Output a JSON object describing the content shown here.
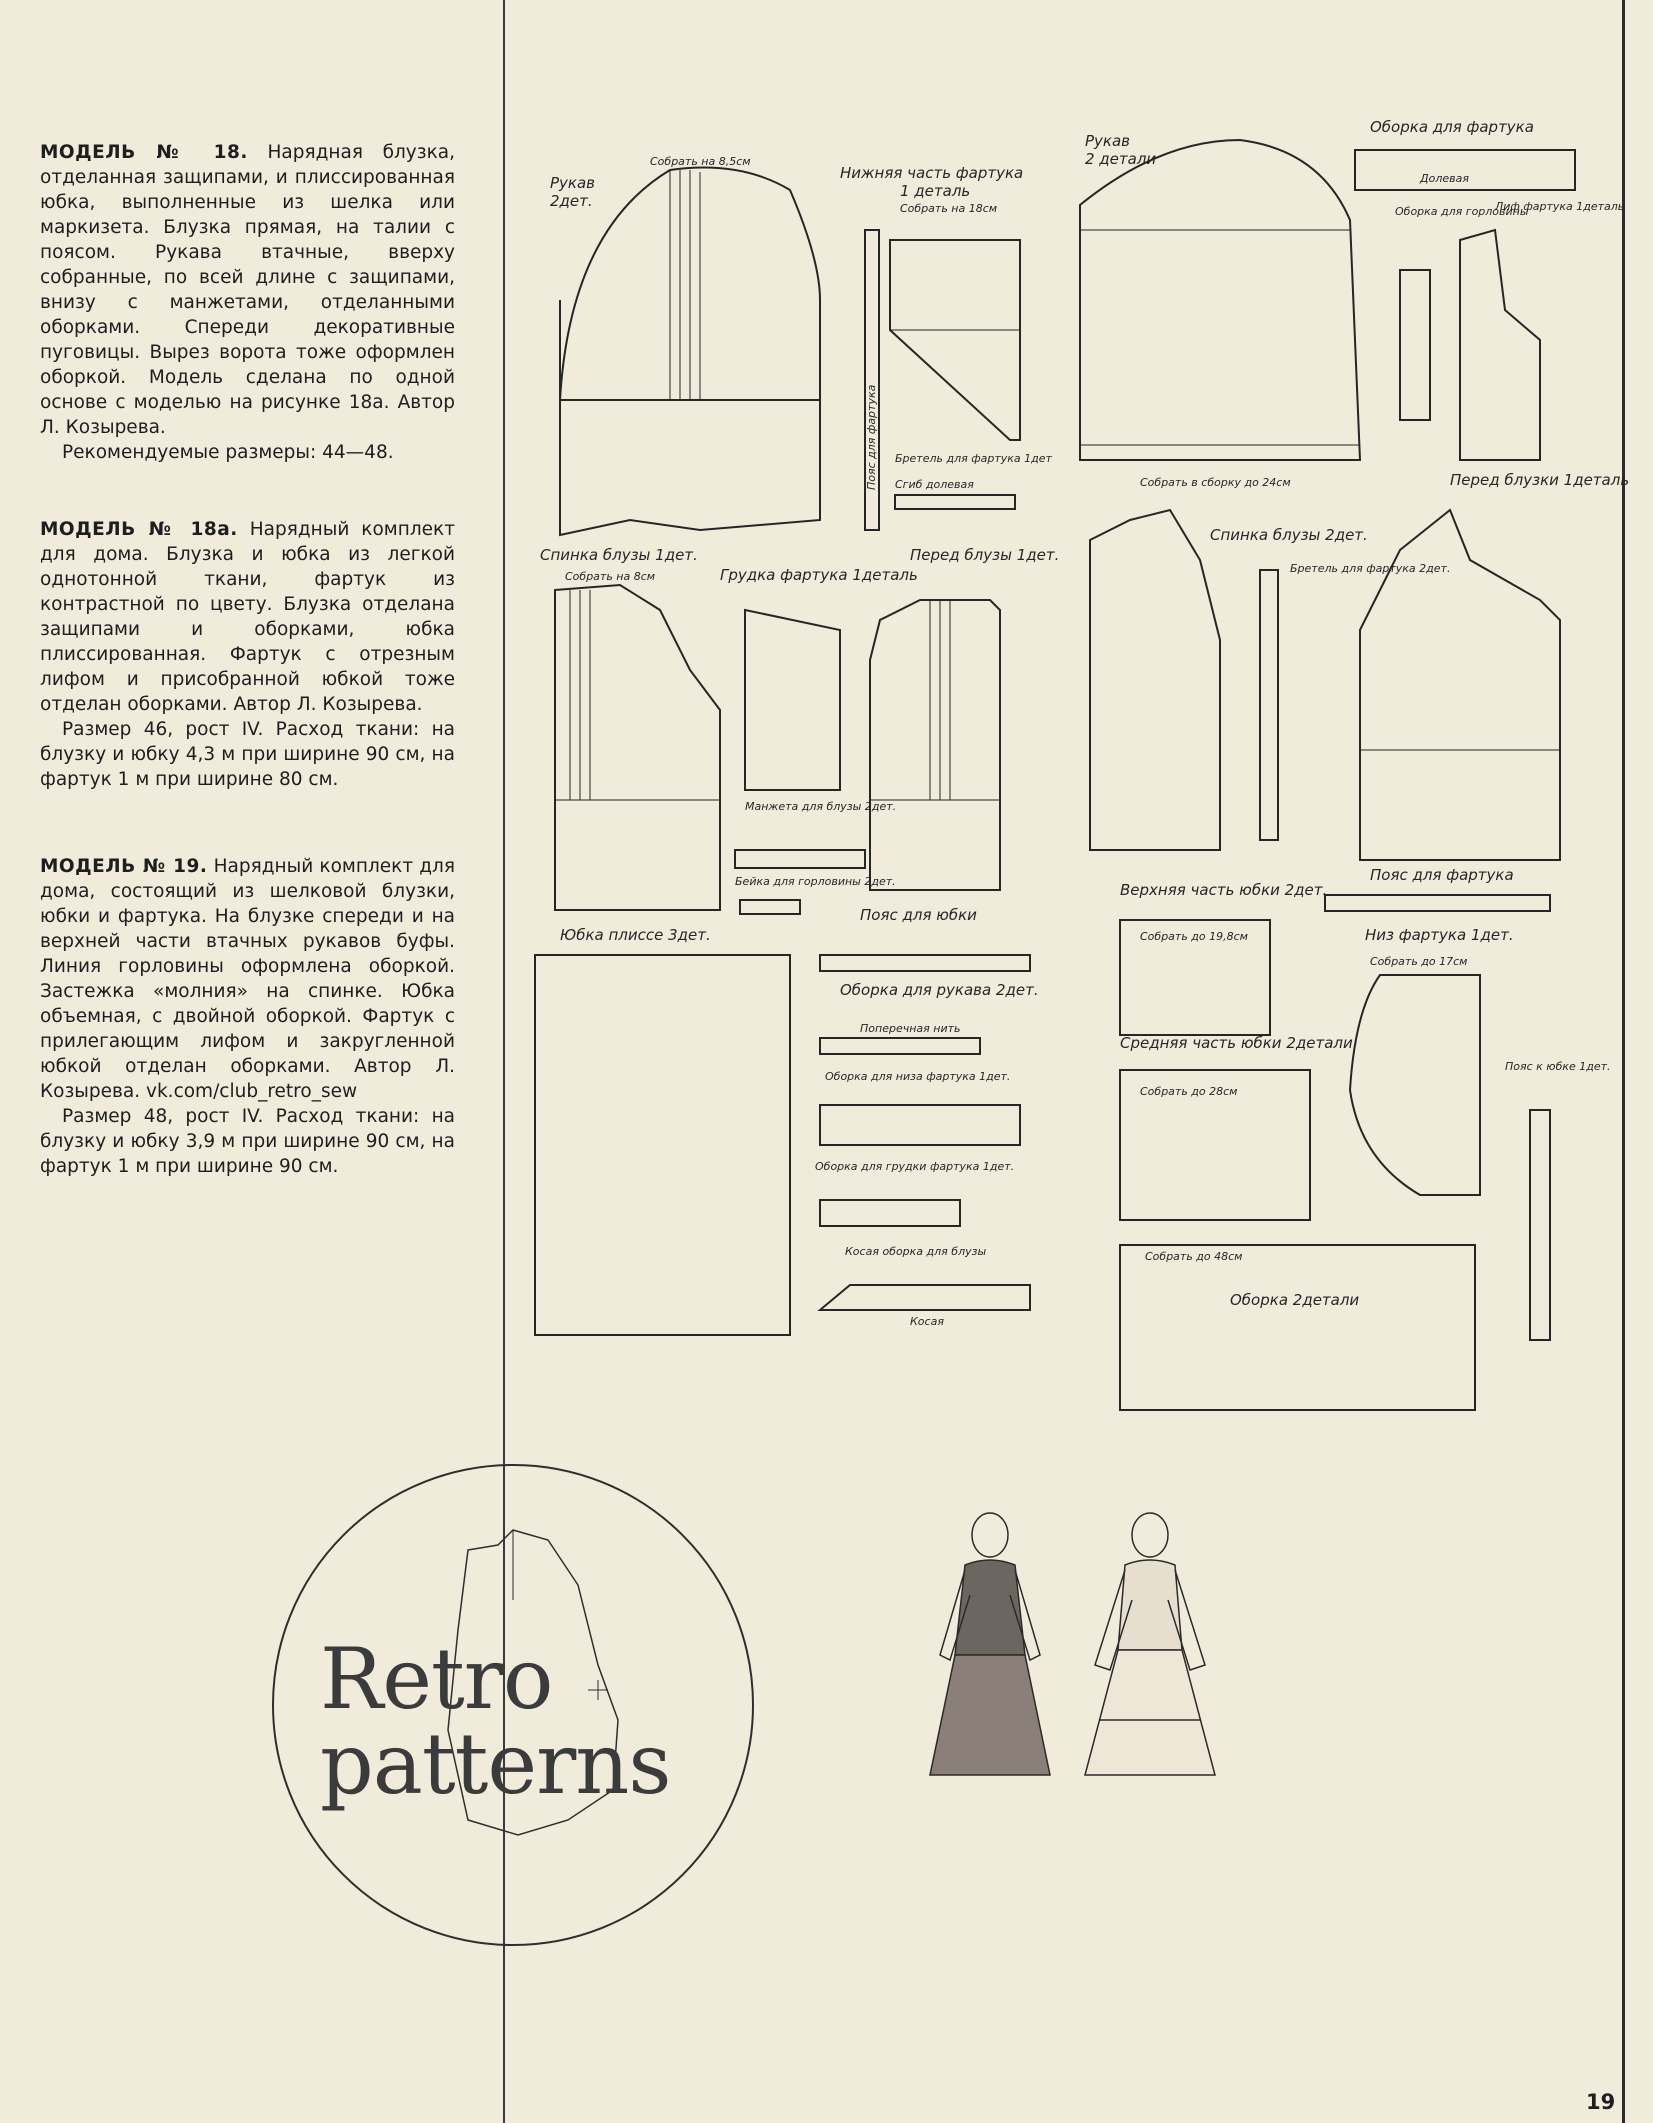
{
  "models": [
    {
      "heading": "МОДЕЛЬ № 18.",
      "description": "Нарядная блузка, отделанная защипами, и плиссированная юбка, выполненные из шелка или маркизета. Блузка прямая, на талии с поясом. Рукава втачные, вверху собранные, по всей длине с защипами, внизу с манжетами, отделанными оборками. Спереди декоративные пуговицы. Вырез ворота тоже оформлен оборкой. Модель сделана по одной основе с моделью на рисунке 18а. Автор Л. Козырева.",
      "details": "Рекомендуемые размеры: 44—48."
    },
    {
      "heading": "МОДЕЛЬ № 18а.",
      "description": "Нарядный комплект для дома. Блузка и юбка из легкой однотонной ткани, фартук из контрастной по цвету. Блузка отделана защипами и оборками, юбка плиссированная. Фартук с отрезным лифом и присобранной юбкой тоже отделан оборками. Автор Л. Козырева.",
      "details": "Размер 46, рост IV. Расход ткани: на блузку и юбку 4,3 м при ширине 90 см, на фартук 1 м при ширине 80 см."
    },
    {
      "heading": "МОДЕЛЬ № 19.",
      "description": "Нарядный комплект для дома, состоящий из шелковой блузки, юбки и фартука. На блузке спереди и на верхней части втачных рукавов буфы. Линия горловины оформлена оборкой. Застежка «молния» на спинке. Юбка объемная, с двойной оборкой. Фартук с прилегающим лифом и закругленной юбкой отделан оборками. Автор Л. Козырева. vk.com/club_retro_sew",
      "details": "Размер 48, рост IV. Расход ткани: на блузку и юбку 3,9 м при ширине 90 см, на фартук 1 м при ширине 90 см."
    }
  ],
  "pattern_labels": {
    "sleeve_18": "Рукав",
    "sleeve_18_qty": "2дет.",
    "gather_85": "Собрать на 8,5см",
    "back_18": "Спинка блузы 1дет.",
    "apron_lower": "Нижняя часть фартука",
    "apron_lower_qty": "1 деталь",
    "gather_18": "Собрать на 18см",
    "apron_belt": "Пояс для фартука",
    "fold_grain": "Сгиб долевая",
    "strap_apron": "Бретель для фартука 1дет",
    "sleeve_19": "Рукав",
    "sleeve_19_qty": "2 детали",
    "apron_frill": "Оборка для фартука",
    "apron_frill_grain": "Долевая",
    "neck_frill": "Оборка для горловины",
    "bodice_apron": "Лиф фартука 1деталь",
    "front_blouse_19": "Перед блузки 1деталь",
    "back_blouse_19": "Спинка блузы 2дет.",
    "strap_apron_2": "Бретель для фартука 2дет.",
    "gather_8": "Собрать на 8см",
    "breast_apron": "Грудка фартука 1деталь",
    "front_18a": "Перед блузы 1дет.",
    "cuff": "Манжета для блузы 2дет.",
    "binding": "Бейка для горловины 2дет.",
    "skirt_pleat": "Юбка плиссе 3дет.",
    "skirt_belt": "Пояс для юбки",
    "sleeve_frill": "Оборка для рукава 2дет.",
    "hem_frill": "Оборка для низа фартука 1дет.",
    "breast_frill": "Оборка для грудки фартука 1дет.",
    "bias_frill": "Косая оборка для блузы",
    "upper_skirt": "Верхняя часть юбки 2дет.",
    "middle_skirt": "Средняя часть юбки 2детали",
    "apron_belt_2": "Пояс для фартука",
    "apron_bottom": "Низ фартука 1дет.",
    "skirt_belt_2": "Пояс к юбке 1дет.",
    "frill_2": "Оборка 2детали",
    "gather_48": "Собрать до 48см",
    "gather_28": "Собрать до 28см",
    "gather_198": "Собрать до 19,8см",
    "gather_17": "Собрать до 17см",
    "gather_24": "Собрать в сборку до 24см",
    "cross_grain": "Поперечная нить",
    "bias": "Косая"
  },
  "badge": {
    "line1": "Retro",
    "line2": "patterns"
  },
  "page_number": "19",
  "colors": {
    "paper": "#f1ebdc",
    "ink": "#1e1e1e"
  }
}
